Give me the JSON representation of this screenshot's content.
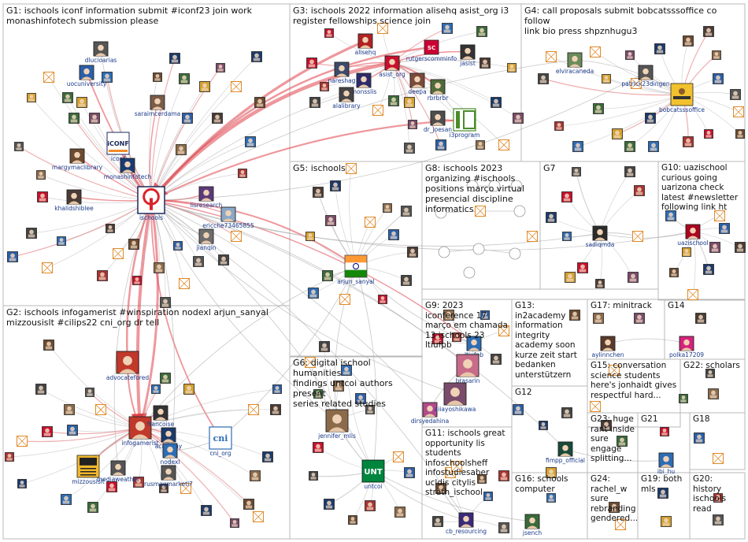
{
  "groups": [
    {
      "id": "G1",
      "title": "G1: ischools iconf information submit #iconf23 join work\nmonashinfotech submission please"
    },
    {
      "id": "G2",
      "title": "G2: ischools infogamerist #winspiration nodexl arjun_sanyal\nmizzousislt #cilips22 cni_org dr tell"
    },
    {
      "id": "G3",
      "title": "G3: ischools 2022 information alisehq asist_org i3\nregister fellowships science join"
    },
    {
      "id": "G4",
      "title": "G4: call proposals submit bobcatsssoffice co follow\nlink bio press shpznhugu3"
    },
    {
      "id": "G5",
      "title": "G5: ischools"
    },
    {
      "id": "G6",
      "title": "G6: digital ischool humanities\nfindings untcoi authors present\nseries related studies"
    },
    {
      "id": "G7",
      "title": "G7"
    },
    {
      "id": "G8",
      "title": "G8: ischools 2023\norganizing #ischools\npositions março virtual\npresencial discipline\ninformatics"
    },
    {
      "id": "G9",
      "title": "G9: 2023\niconference 17\nmarço em chamada\n13 ischools 23 ltiufpb"
    },
    {
      "id": "G10",
      "title": "G10: uazischool\ncurious going\nuarizona check\nlatest #newsletter\nfollowing link ht"
    },
    {
      "id": "G11",
      "title": "G11: ischools great\nopportunity lis\nstudents\ninfoschoolsheff\ninfostudiesaber\nucldis citylis\nstrath_ischool"
    },
    {
      "id": "G12",
      "title": "G12"
    },
    {
      "id": "G13",
      "title": "G13:\nin2academy\ninformation\nintegrity\nacademy soon\nkurze zeit start\nbedanken\nunterstützern"
    },
    {
      "id": "G14",
      "title": "G14"
    },
    {
      "id": "G15",
      "title": "G15: conversation\nscience students\nhere's jonhaidt gives\nrespectful hard..."
    },
    {
      "id": "G16",
      "title": "G16: schools\ncomputer"
    },
    {
      "id": "G17",
      "title": "G17: minitrack"
    },
    {
      "id": "G18",
      "title": "G18"
    },
    {
      "id": "G19",
      "title": "G19: both\nmls"
    },
    {
      "id": "G20",
      "title": "G20: history\nischools\nread"
    },
    {
      "id": "G21",
      "title": "G21"
    },
    {
      "id": "G22",
      "title": "G22: scholars"
    },
    {
      "id": "G23",
      "title": "G23: huge\nrant inside\nsure\nengage\nsplitting..."
    },
    {
      "id": "G24",
      "title": "G24:\nrachel_w\nsure\nrebranding\ngendered..."
    }
  ],
  "nodes": [
    {
      "id": "ischools",
      "label": "ischools",
      "color": "#d9242b",
      "icon": "ischools-logo",
      "size": "large"
    },
    {
      "id": "iconf",
      "label": "iconf",
      "color": "#f28c28",
      "icon": "iconf-logo",
      "size": "medium"
    },
    {
      "id": "monashinfotech",
      "label": "monashinfotech",
      "color": "#1a3c73",
      "icon": "avatar",
      "size": "small"
    },
    {
      "id": "margymaclibrary",
      "label": "margymaclibrary",
      "color": "#6b4a2f",
      "icon": "avatar",
      "size": "small"
    },
    {
      "id": "khalidshiblee",
      "label": "khalidshiblee",
      "color": "#4a3b35",
      "icon": "avatar",
      "size": "small"
    },
    {
      "id": "uocuniversity",
      "label": "uocuniversity",
      "color": "#2b5fa8",
      "icon": "avatar",
      "size": "small"
    },
    {
      "id": "dlucioarias",
      "label": "dlucioarias",
      "color": "#555555",
      "icon": "avatar",
      "size": "small"
    },
    {
      "id": "saraimcerdama",
      "label": "saraimcerdama",
      "color": "#7a5c48",
      "icon": "avatar",
      "size": "small"
    },
    {
      "id": "lisresearch",
      "label": "lisresearch",
      "color": "#5c3a7a",
      "icon": "avatar",
      "size": "small"
    },
    {
      "id": "ericche73465855",
      "label": "ericche73465855",
      "color": "#8aa8c8",
      "icon": "avatar",
      "size": "small"
    },
    {
      "id": "jianqin",
      "label": "jianqin",
      "color": "#6d6d6d",
      "icon": "avatar",
      "size": "small"
    },
    {
      "id": "alisehq",
      "label": "alisehq",
      "color": "#b22222",
      "icon": "avatar",
      "size": "small"
    },
    {
      "id": "asist_org",
      "label": "asist_org",
      "color": "#c8102e",
      "icon": "avatar",
      "size": "small"
    },
    {
      "id": "rutgerscomminfo",
      "label": "rutgerscomminfo",
      "color": "#cc0033",
      "icon": "sci-logo",
      "size": "small"
    },
    {
      "id": "jasist",
      "label": "jasist",
      "color": "#333333",
      "icon": "avatar",
      "size": "small"
    },
    {
      "id": "nareshag",
      "label": "nareshag",
      "color": "#3b4a6b",
      "icon": "avatar",
      "size": "small"
    },
    {
      "id": "monsslis",
      "label": "monsslis",
      "color": "#2c2c6c",
      "icon": "avatar",
      "size": "small"
    },
    {
      "id": "alalibrary",
      "label": "alalibrary",
      "color": "#444444",
      "icon": "avatar",
      "size": "small"
    },
    {
      "id": "deepa",
      "label": "deepa",
      "color": "#7a4b3a",
      "icon": "avatar",
      "size": "small"
    },
    {
      "id": "rbrbrbr",
      "label": "rbrbrbr",
      "color": "#4f6b3a",
      "icon": "avatar",
      "size": "small"
    },
    {
      "id": "dr_joesan",
      "label": "dr_joesan",
      "color": "#4d4d4d",
      "icon": "avatar",
      "size": "small"
    },
    {
      "id": "i3program",
      "label": "i3program",
      "color": "#4a8c2a",
      "icon": "i3-logo",
      "size": "medium"
    },
    {
      "id": "elviracaneda",
      "label": "elviracaneda",
      "color": "#6a8c5a",
      "icon": "avatar",
      "size": "small"
    },
    {
      "id": "patrick23dingen",
      "label": "patrick23dingen",
      "color": "#555555",
      "icon": "avatar",
      "size": "small"
    },
    {
      "id": "bobcatsssoffice",
      "label": "bobcatsssoffice",
      "color": "#f2c12e",
      "icon": "bobcatsss-logo",
      "size": "medium"
    },
    {
      "id": "arjun_sanyal",
      "label": "arjun_sanyal",
      "color": "#ff9933",
      "icon": "flag-india",
      "size": "medium"
    },
    {
      "id": "infogamerist",
      "label": "infogamerist",
      "color": "#c0392b",
      "icon": "avatar",
      "size": "medium"
    },
    {
      "id": "advocatefored",
      "label": "advocatefored",
      "color": "#c0392b",
      "icon": "avatar",
      "size": "medium"
    },
    {
      "id": "francoise",
      "label": "francoise",
      "color": "#333333",
      "icon": "avatar",
      "size": "small"
    },
    {
      "id": "academy",
      "label": "academy",
      "color": "#1b3a6b",
      "icon": "avatar",
      "size": "small"
    },
    {
      "id": "nodexl",
      "label": "nodexl",
      "color": "#2d6cb5",
      "icon": "avatar",
      "size": "small"
    },
    {
      "id": "cni_org",
      "label": "cni_org",
      "color": "#2d6cb5",
      "icon": "cni-logo",
      "size": "medium"
    },
    {
      "id": "mizzousislt",
      "label": "mizzousislt",
      "color": "#f1b82d",
      "icon": "mizzou-logo",
      "size": "medium"
    },
    {
      "id": "mediaweather",
      "label": "mediaweather",
      "color": "#555555",
      "icon": "avatar",
      "size": "small"
    },
    {
      "id": "rusmagmarketi7",
      "label": "rusmagmarketi7",
      "color": "#555555",
      "icon": "avatar",
      "size": "small"
    },
    {
      "id": "jennifer_mlis",
      "label": "jennifer_mlis",
      "color": "#8c6b4a",
      "icon": "avatar",
      "size": "medium"
    },
    {
      "id": "untcoi",
      "label": "untcoi",
      "color": "#00853e",
      "icon": "unt-logo",
      "size": "medium"
    },
    {
      "id": "sadiqmda",
      "label": "sadiqmda",
      "color": "#2b2b2b",
      "icon": "avatar",
      "size": "small"
    },
    {
      "id": "uazischool",
      "label": "uazischool",
      "color": "#ab0520",
      "icon": "avatar",
      "size": "small"
    },
    {
      "id": "ltiufpb",
      "label": "ltiufpb",
      "color": "#2d6cb5",
      "icon": "avatar",
      "size": "small"
    },
    {
      "id": "brasarin",
      "label": "brasarin",
      "color": "#c86b8a",
      "icon": "avatar",
      "size": "medium"
    },
    {
      "id": "dirsyedahina",
      "label": "dirsyedahina",
      "color": "#b04a8a",
      "icon": "avatar",
      "size": "small"
    },
    {
      "id": "aiiayoshikawa",
      "label": "aiiayoshikawa",
      "color": "#7a4b6a",
      "icon": "avatar",
      "size": "medium"
    },
    {
      "id": "aylinnchen",
      "label": "aylinnchen",
      "color": "#5a3a2a",
      "icon": "avatar",
      "size": "small"
    },
    {
      "id": "polka17209",
      "label": "polka17209",
      "color": "#d4237a",
      "icon": "avatar",
      "size": "small"
    },
    {
      "id": "fimpp_official",
      "label": "fimpp_official",
      "color": "#1a4a3a",
      "icon": "avatar",
      "size": "small"
    },
    {
      "id": "jsench",
      "label": "jsench",
      "color": "#3a6a3a",
      "icon": "avatar",
      "size": "small"
    },
    {
      "id": "cb_resourcing",
      "label": "cb_resourcing",
      "color": "#3a2a7a",
      "icon": "avatar",
      "size": "small"
    },
    {
      "id": "ibi_hu",
      "label": "ibi_hu",
      "color": "#2d6cb5",
      "icon": "avatar",
      "size": "small"
    }
  ]
}
